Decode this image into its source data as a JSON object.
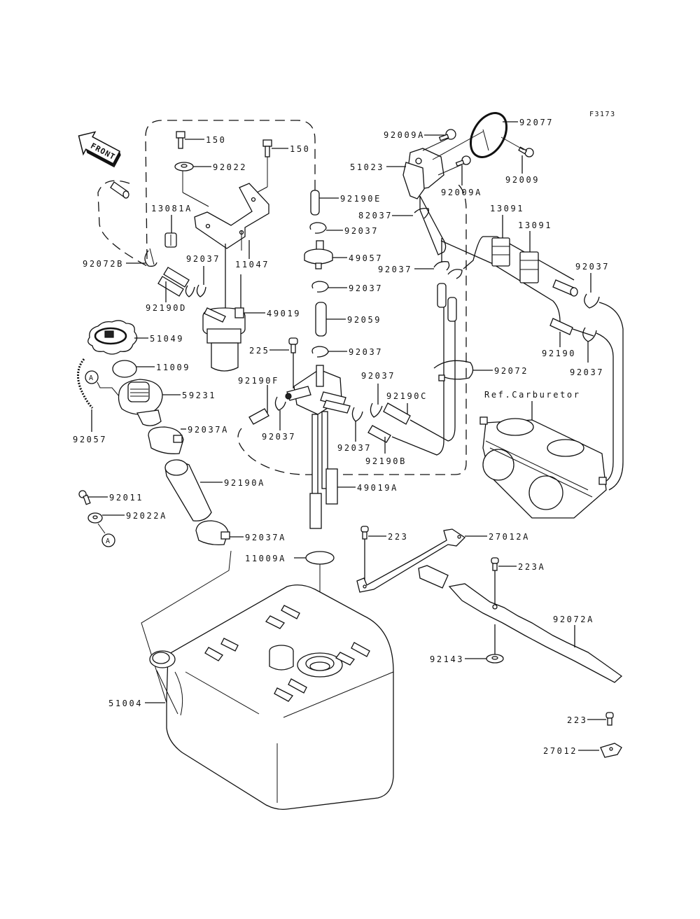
{
  "diagram": {
    "title": "Fuel Tank / Fuel Filter Parts Diagram",
    "figure_code": "F3173",
    "front_indicator": "FRONT",
    "reference_marker": "A",
    "reference_note": "Ref.Carburetor"
  },
  "labels": {
    "l150a": "150",
    "l150b": "150",
    "l92022": "92022",
    "l13081A": "13081A",
    "l92072B": "92072B",
    "l92037a": "92037",
    "l11047": "11047",
    "l92190D": "92190D",
    "l49019": "49019",
    "l51049": "51049",
    "l11009": "11009",
    "l59231": "59231",
    "l92057": "92057",
    "l92037A_a": "92037A",
    "l92190A": "92190A",
    "l92011": "92011",
    "l92022A": "92022A",
    "l92037A_b": "92037A",
    "l11009A": "11009A",
    "l51004": "51004",
    "l92190E": "92190E",
    "l92037b": "92037",
    "l49057": "49057",
    "l92037c": "92037",
    "l92059": "92059",
    "l225": "225",
    "l92037d": "92037",
    "l92190F": "92190F",
    "l92037e": "92037",
    "l92037f": "92037",
    "l92037g": "92037",
    "l92190C": "92190C",
    "l92190B": "92190B",
    "l49019A": "49019A",
    "l92009A_a": "92009A",
    "l92077": "92077",
    "l51023": "51023",
    "l92009A_b": "92009A",
    "l92009": "92009",
    "l82037": "82037",
    "l92037h": "92037",
    "l13091a": "13091",
    "l13091b": "13091",
    "l92037i": "92037",
    "l92190": "92190",
    "l92037j": "92037",
    "l92072": "92072",
    "l223a": "223",
    "l27012A": "27012A",
    "l223A": "223A",
    "l92072A": "92072A",
    "l92143": "92143",
    "l223b": "223",
    "l27012": "27012"
  }
}
